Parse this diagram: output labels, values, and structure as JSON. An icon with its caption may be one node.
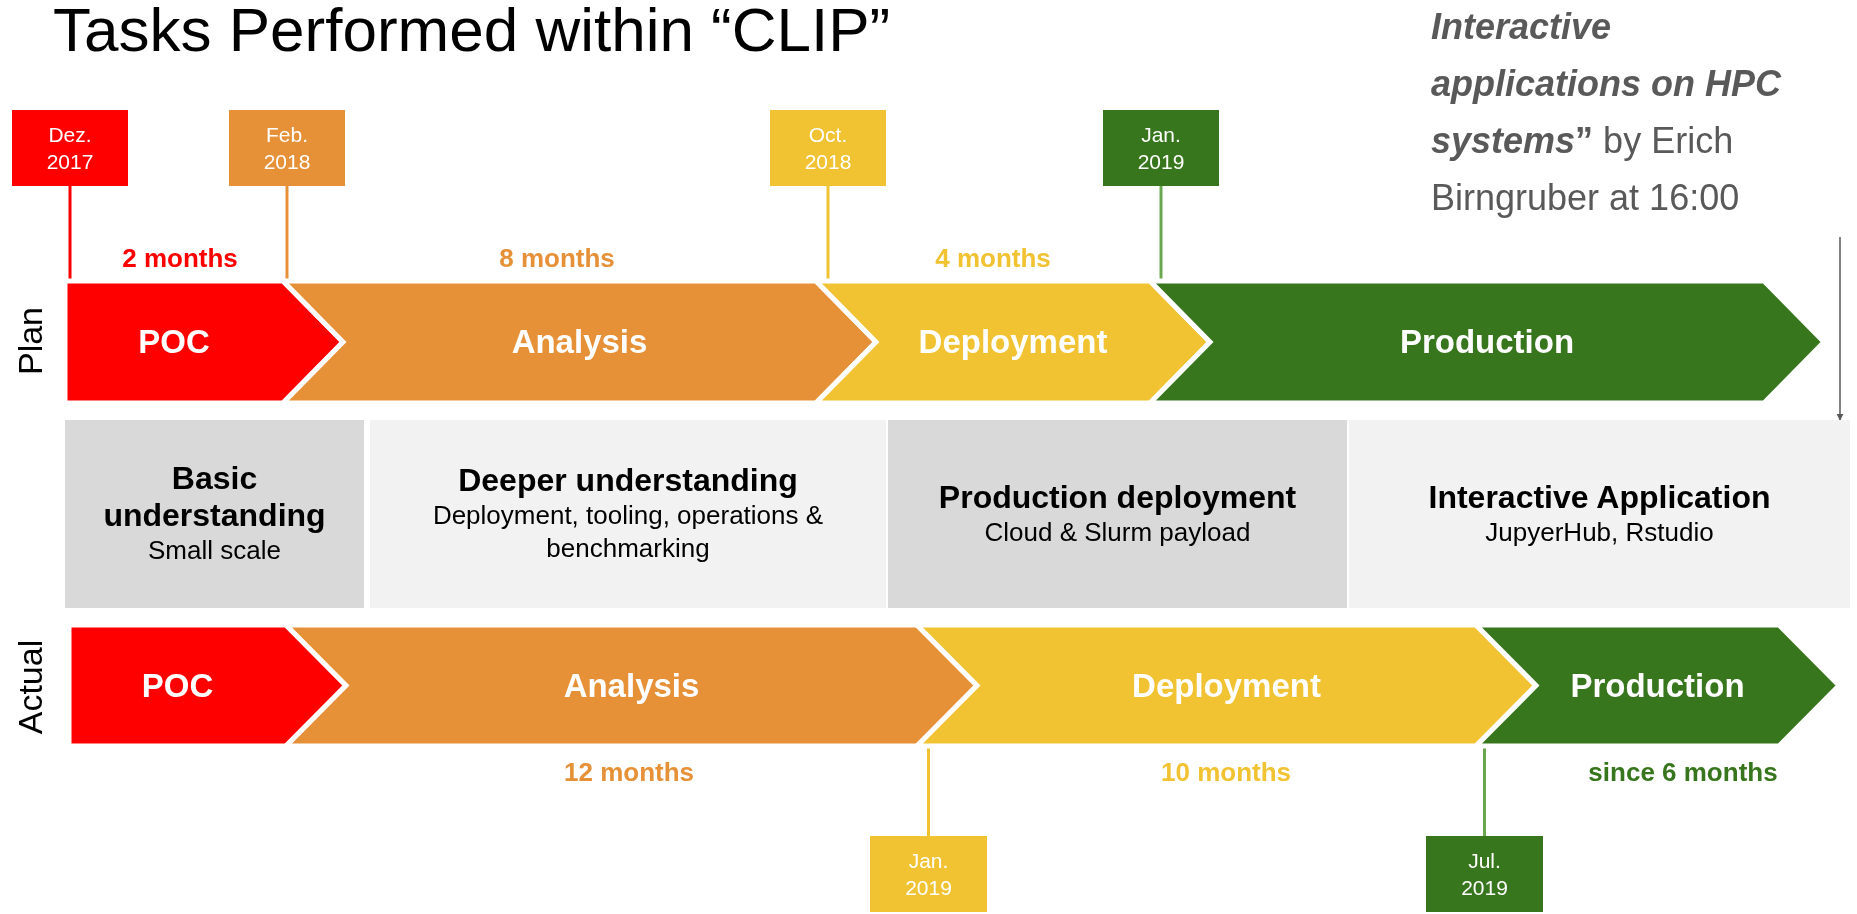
{
  "diagram": {
    "title": "Tasks Performed within “CLIP”",
    "nodes": [
      {
        "text": [
          "Dez. 2017"
        ]
      },
      {
        "text": [
          "Feb. 2018"
        ]
      },
      {
        "text": [
          "Oct. 2018"
        ]
      },
      {
        "text": [
          "Jan. 2019"
        ]
      },
      {
        "text": [
          "***Interactive applications on HPC systems*”** by Erich Birngruber at 16:00"
        ]
      },
      {
        "text": [
          "POC"
        ],
        "beside": [
          "2 months"
        ]
      },
      {
        "text": [
          "Analysis"
        ],
        "beside": [
          "8 months"
        ]
      },
      {
        "text": [
          "Deployment"
        ],
        "beside": [
          "4 months"
        ]
      },
      {
        "text": [
          "Production"
        ]
      },
      {
        "text": [
          "Basic understanding",
          "Small scale"
        ]
      },
      {
        "text": [
          "Deeper understanding",
          "Deployment, tooling, operations & benchmarking"
        ]
      },
      {
        "text": [
          "Production deployment",
          "Cloud & Slurm payload"
        ]
      },
      {
        "text": [
          "Interactive Application",
          "JupyerHub, Rstudio"
        ]
      },
      {
        "text": [
          "POC"
        ]
      },
      {
        "text": [
          "Analysis"
        ],
        "beside": [
          "12 months"
        ]
      },
      {
        "text": [
          "Deployment"
        ],
        "beside": [
          "10 months"
        ]
      },
      {
        "text": [
          "Production"
        ],
        "beside": [
          "since 6 months"
        ]
      },
      {
        "text": [
          "Jan. 2019"
        ]
      },
      {
        "text": [
          "Jul. 2019"
        ]
      }
    ],
    "edges": [
      {
        "from": 0,
        "to": 5,
        "arrow": "none",
        "color": "#ff0000"
      },
      {
        "from": 1,
        "to": 6,
        "arrow": "none",
        "color": "#e69138"
      },
      {
        "from": 2,
        "to": 7,
        "arrow": "none",
        "color": "#f1c232"
      },
      {
        "from": 3,
        "to": 8,
        "arrow": "none",
        "color": "#6aa84f"
      },
      {
        "from": 4,
        "to": 12,
        "arrow": "to",
        "color": "#595959"
      },
      {
        "from": 17,
        "to": 15,
        "arrow": "none",
        "color": "#f1c232"
      },
      {
        "from": 18,
        "to": 16,
        "arrow": "none",
        "color": "#6aa84f"
      }
    ],
    "labels": [
      "Plan",
      "Actual"
    ]
  }
}
